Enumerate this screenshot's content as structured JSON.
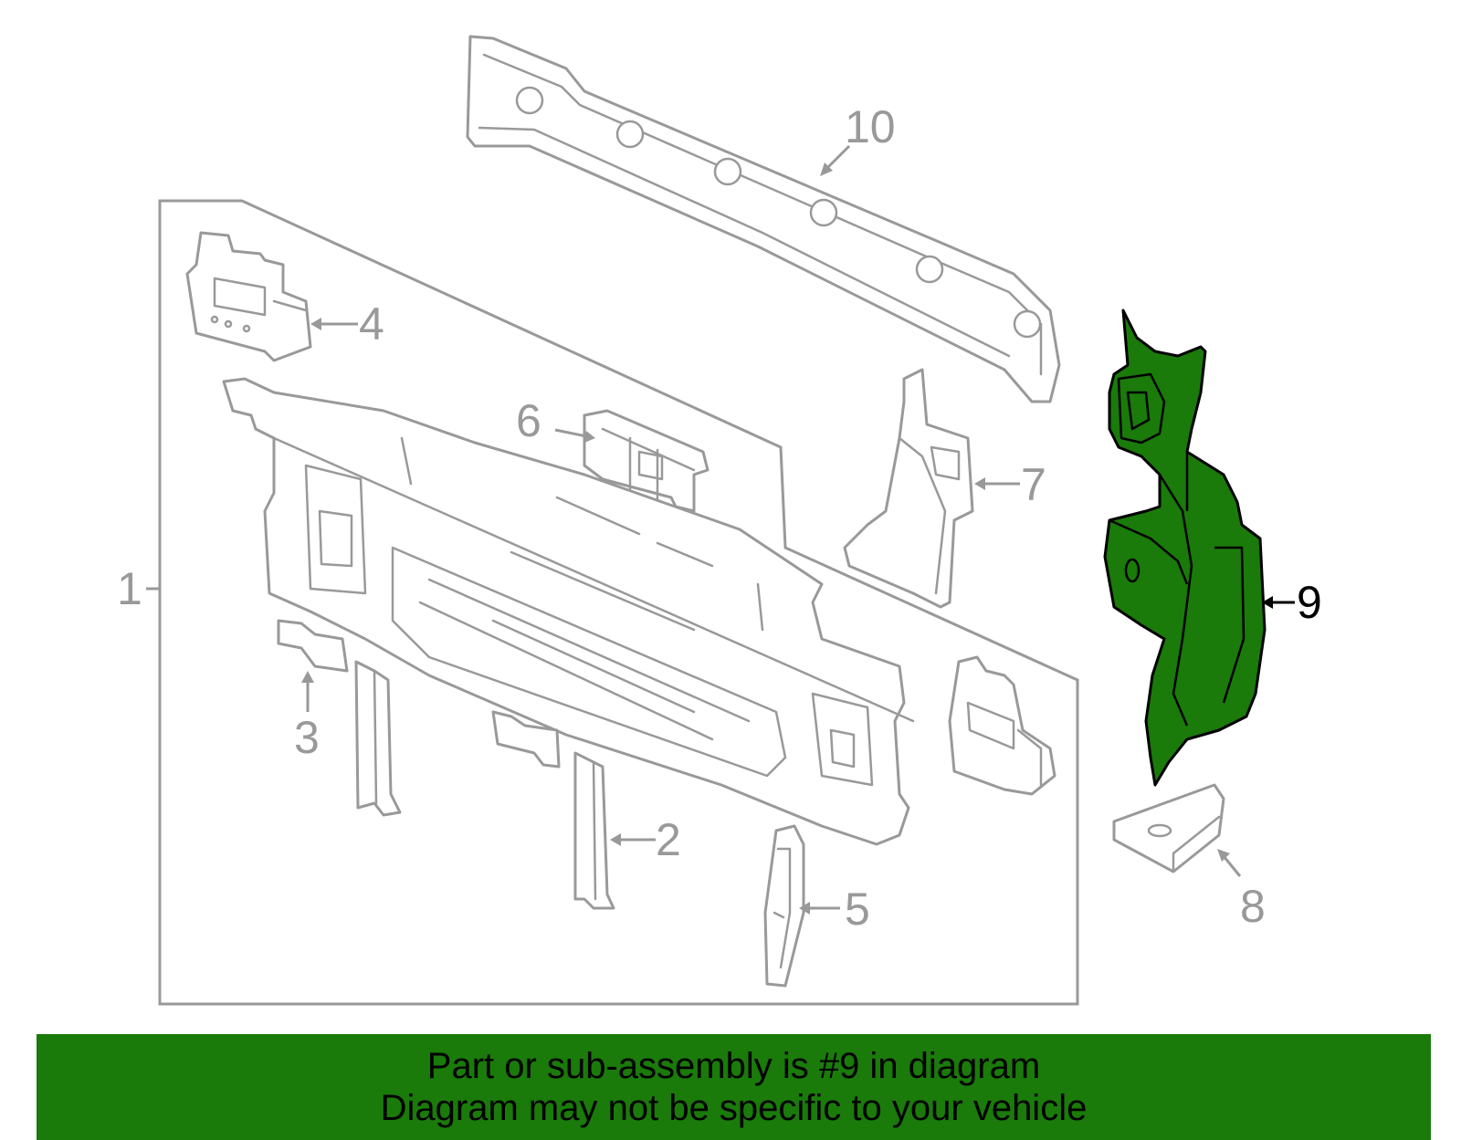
{
  "callouts": [
    {
      "id": "1",
      "label": "1"
    },
    {
      "id": "2",
      "label": "2"
    },
    {
      "id": "3",
      "label": "3"
    },
    {
      "id": "4",
      "label": "4"
    },
    {
      "id": "5",
      "label": "5"
    },
    {
      "id": "6",
      "label": "6"
    },
    {
      "id": "7",
      "label": "7"
    },
    {
      "id": "8",
      "label": "8"
    },
    {
      "id": "9",
      "label": "9",
      "highlighted": true
    },
    {
      "id": "10",
      "label": "10"
    }
  ],
  "banner": {
    "line1": "Part or sub-assembly is #9 in diagram",
    "line2": "Diagram may not be specific to your vehicle"
  },
  "colors": {
    "highlight_part": "#1a7a0a",
    "banner_background": "#1a7a0a",
    "line_art": "#999999",
    "highlight_outline": "#000000"
  }
}
